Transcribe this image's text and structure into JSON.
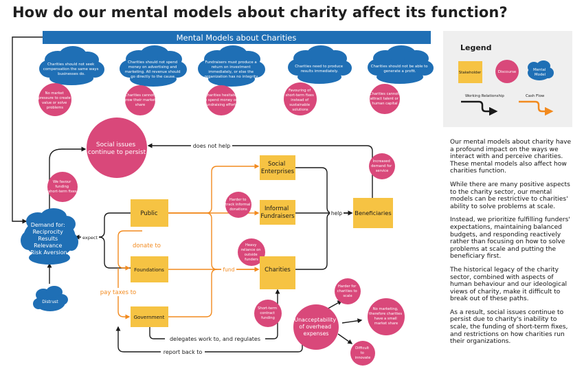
{
  "title": "How do our mental models about charity affect its function?",
  "banner": "Mental Models about Charities",
  "mental_models": [
    {
      "cloud": [
        "Charities should not seek",
        "compensation the same ways",
        "businesses do."
      ],
      "discourse": [
        "No market",
        "pressure to create",
        "value or solve",
        "problems"
      ]
    },
    {
      "cloud": [
        "Charities should not spend",
        "money on advertising and",
        "marketing. All revenue should",
        "go directly to the cause."
      ],
      "discourse": [
        "Charities cannot",
        "grow their market",
        "share"
      ]
    },
    {
      "cloud": [
        "Fundraisers must produce a",
        "return on investment",
        "immediately, or else the",
        "organization has no integrity."
      ],
      "discourse": [
        "Charities hesitate",
        "to spend money on",
        "fundraising efforts"
      ]
    },
    {
      "cloud": [
        "Charities need to produce",
        "results immediately."
      ],
      "discourse": [
        "Favouring of",
        "short-term fixes",
        "instead of",
        "sustainable",
        "solutions"
      ]
    },
    {
      "cloud": [
        "Charities should not be able to",
        "generate a profit."
      ],
      "discourse": [
        "Charities cannot",
        "attract talent or",
        "human capital"
      ]
    }
  ],
  "legend": {
    "title": "Legend",
    "stakeholder": "Stakeholder",
    "discourse": "Discourse",
    "mental_model": [
      "Mental",
      "Model"
    ],
    "working_relationship": "Working Relationship",
    "cash_flow": "Cash Flow"
  },
  "nodes": {
    "social_issues": [
      "Social issues",
      "continue to persist"
    ],
    "demand": [
      "Demand for:",
      "Reciprocity",
      "Results",
      "Relevance",
      "Risk Aversion"
    ],
    "distrust": "Distrust",
    "public": "Public",
    "foundations": "Foundations",
    "government": "Government",
    "social_enterprises": [
      "Social",
      "Enterprises"
    ],
    "informal_fundraisers": [
      "Informal",
      "Fundraisers"
    ],
    "charities": "Charities",
    "beneficiaries": "Beneficiaries",
    "unacceptability": [
      "Unacceptability",
      "of overhead",
      "expenses"
    ]
  },
  "discourses": {
    "short_term": [
      "We favour",
      "funding",
      "short-term fixes"
    ],
    "increased_demand": [
      "Increased",
      "demand for",
      "service"
    ],
    "harder_track": [
      "Harder to",
      "track informal",
      "donations"
    ],
    "heavy_reliance": [
      "Heavy",
      "reliance on",
      "outside",
      "funders"
    ],
    "short_contract": [
      "Short-term",
      "contract",
      "funding"
    ],
    "harder_scale": [
      "Harder for",
      "charities to",
      "scale"
    ],
    "no_marketing": [
      "No marketing,",
      "therefore charities",
      "have a small",
      "market share"
    ],
    "difficult_innovate": [
      "Difficult",
      "to",
      "innovate"
    ]
  },
  "edge_labels": {
    "does_not_help": "does not help",
    "expect": "expect",
    "donate_to": "donate to",
    "pay_taxes_to": "pay taxes to",
    "fund": "fund",
    "help": "help",
    "delegates": "delegates work to, and regulates",
    "report_back": "report back to"
  },
  "paragraphs": [
    "Our mental models about charity have a profound impact on the ways we interact with and perceive charities. These mental models also affect how charities function.",
    "While there are many positive aspects to the charity sector, our mental models can be restrictive to charities' ability to solve problems at scale.",
    "Instead, we prioritize fulfilling funders' expectations, maintaining balanced budgets, and responding reactively rather than focusing on how to solve problems at scale and putting the beneficiary first.",
    "The historical legacy of the charity sector, combined with aspects of human behaviour and our ideological views of charity, make it difficult to break out of these paths.",
    "As a result, social issues continue to persist due to charity's inability to scale, the funding of short-term fixes, and restrictions on how charities run their organizations."
  ],
  "colors": {
    "blue": "#1f6fb5",
    "pink": "#d9487a",
    "stakeholder": "#f6c343",
    "orange": "#f28a1e",
    "dark": "#1a1a1a"
  }
}
